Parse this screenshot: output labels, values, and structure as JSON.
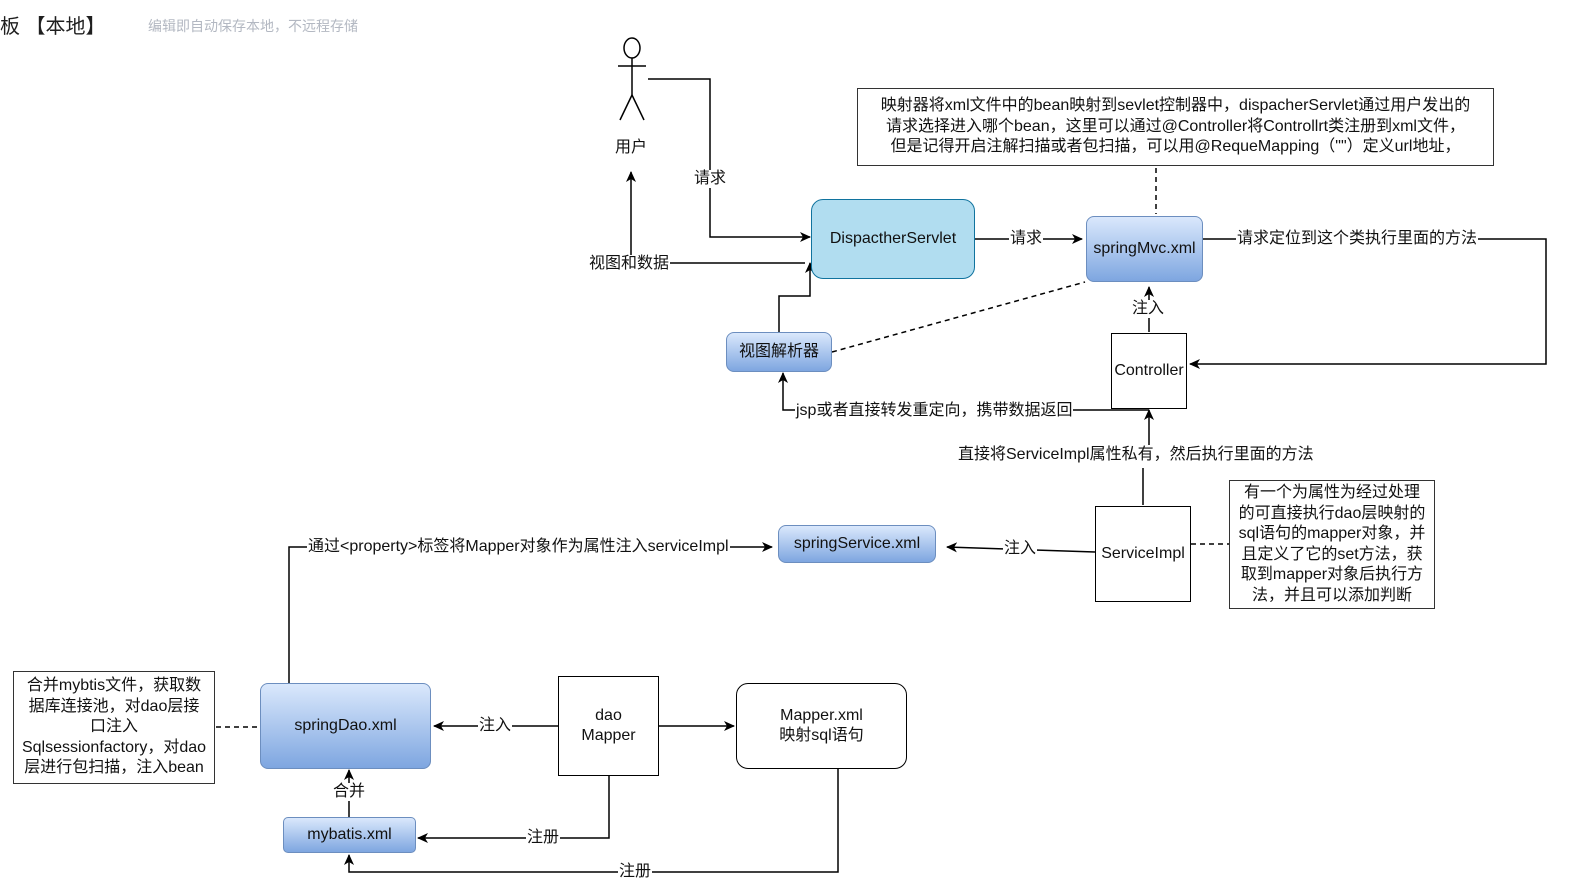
{
  "header": {
    "title": "板 【本地】",
    "autosave_note": "编辑即自动保存本地，不远程存储"
  },
  "nodes": {
    "user": "用户",
    "dispatcher_servlet": "DispactherServlet",
    "spring_mvc_xml": "springMvc.xml",
    "view_resolver": "视图解析器",
    "controller": "Controller",
    "service_impl": "ServiceImpl",
    "spring_service_xml": "springService.xml",
    "spring_dao_xml": "springDao.xml",
    "dao_mapper": [
      "dao",
      "Mapper"
    ],
    "mapper_xml": [
      "Mapper.xml",
      "映射sql语句"
    ],
    "mybatis_xml": "mybatis.xml"
  },
  "notes": {
    "mapper_note": [
      "映射器将xml文件中的bean映射到sevlet控制器中，dispacherServlet通过用户发出的",
      "请求选择进入哪个bean，这里可以通过@Controller将Controllrt类注册到xml文件，",
      "但是记得开启注解扫描或者包扫描，可以用@RequeMapping（\"\"）定义url地址，"
    ],
    "service_note": [
      "有一个为属性为经过处理",
      "的可直接执行dao层映射的",
      "sql语句的mapper对象，并",
      "且定义了它的set方法，获",
      "取到mapper对象后执行方",
      "法，并且可以添加判断"
    ],
    "dao_note": [
      "合并mybtis文件，获取数",
      "据库连接池，对dao层接",
      "口注入",
      "Sqlsessionfactory，对dao",
      "层进行包扫描，注入bean"
    ]
  },
  "edges": {
    "user_request": "请求",
    "view_and_data": "视图和数据",
    "dispatcher_to_mvc": "请求",
    "mvc_to_controller": "请求定位到这个类执行里面的方法",
    "controller_inject": "注入",
    "controller_return": "jsp或者直接转发重定向，携带数据返回",
    "service_to_controller": "直接将ServiceImpl属性私有，然后执行里面的方法",
    "service_inject": "注入",
    "dao_to_service": "通过<property>标签将Mapper对象作为属性注入serviceImpl",
    "mapper_inject": "注入",
    "merge": "合并",
    "register_dao": "注册",
    "register_mapper_xml": "注册"
  }
}
